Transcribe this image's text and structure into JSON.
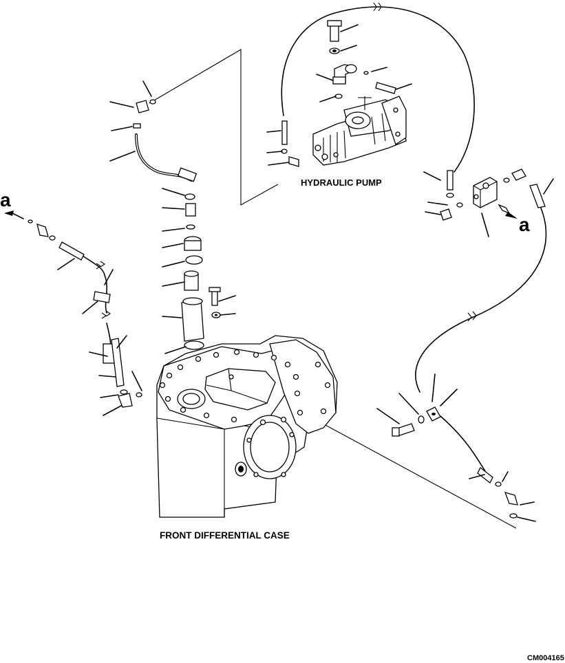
{
  "labels": {
    "hydraulic_pump": "HYDRAULIC PUMP",
    "front_differential_case": "FRONT DIFFERENTIAL CASE",
    "drawing_number": "CM004165",
    "connector_mark_left": "a",
    "connector_mark_right": "a"
  }
}
